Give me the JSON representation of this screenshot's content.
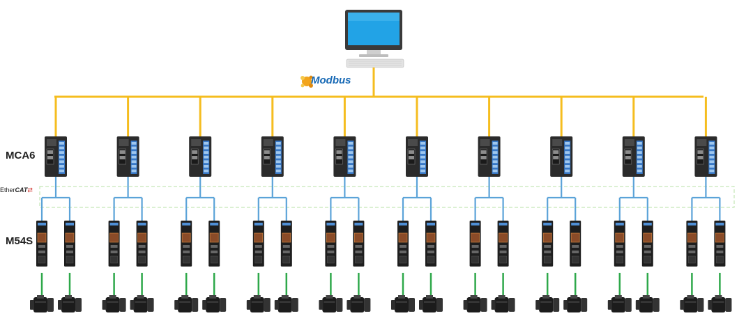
{
  "labels": {
    "controller": "MCA6",
    "drive": "M54S",
    "fieldbus_left": "Ether",
    "fieldbus_right": "CAT",
    "network": "Modbus"
  },
  "groups": 10,
  "colors": {
    "modbus_line": "#f5bd1f",
    "ethercat_line": "#5ba3d8",
    "motor_line": "#2ea84a",
    "ethercat_zone": "#b7e0a4"
  },
  "icons": {
    "host": "computer-icon",
    "network": "modbus-logo-icon",
    "controller": "mca6-controller-icon",
    "drive": "m54s-drive-icon",
    "motor": "servo-motor-icon"
  }
}
